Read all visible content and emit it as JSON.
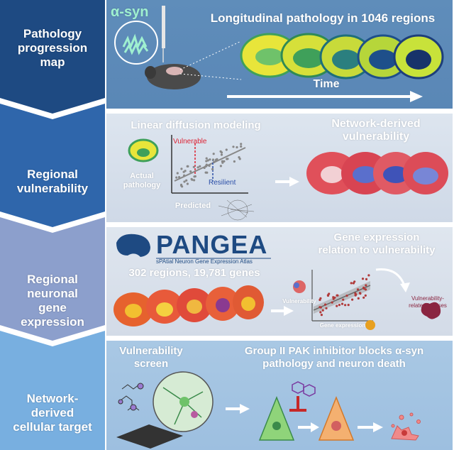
{
  "stages": [
    {
      "label_lines": [
        "Pathology",
        "progression",
        "map"
      ],
      "color": "#1e4a82"
    },
    {
      "label_lines": [
        "Regional",
        "vulnerability"
      ],
      "color": "#2f66ab"
    },
    {
      "label_lines": [
        "Regional",
        "neuronal",
        "gene",
        "expression"
      ],
      "color": "#8c9fcc"
    },
    {
      "label_lines": [
        "Network-",
        "derived",
        "cellular target"
      ],
      "color": "#78afe0"
    }
  ],
  "panel1": {
    "protein": "α-syn",
    "headline": "Longitudinal pathology in 1046 regions",
    "time_label": "Time"
  },
  "panel2": {
    "method": "Linear diffusion modeling",
    "result_lines": [
      "Network-derived",
      "vulnerability"
    ],
    "plot_vulnerable": "Vulnerable",
    "plot_resilient": "Resilient",
    "actual_lines": [
      "Actual",
      "pathology"
    ],
    "predicted": "Predicted"
  },
  "panel3": {
    "atlas_name": "PANGEA",
    "atlas_subtitle": "sPAtial Neuron Gene Expression Atlas",
    "coverage": "302 regions, 19,781 genes",
    "relation_lines": [
      "Gene expression",
      "relation to vulnerability"
    ],
    "plot_y": "Vulnerability",
    "plot_x": "Gene expression",
    "kinases_lines": [
      "Vulnerability-",
      "related kinases"
    ]
  },
  "panel4": {
    "screen_lines": [
      "Vulnerability",
      "screen"
    ],
    "inhibitor_lines": [
      "Group II PAK inhibitor blocks α-syn",
      "pathology and neuron death"
    ]
  },
  "colors": {
    "dark_navy": "#1e4a82",
    "mid_blue": "#2f66ab",
    "lavender": "#8c9fcc",
    "sky": "#78afe0",
    "brain_yellow": "#e8e53a",
    "brain_green": "#3fa05a",
    "vuln_red": "#e0505a",
    "vuln_blue": "#5a6fcc"
  }
}
